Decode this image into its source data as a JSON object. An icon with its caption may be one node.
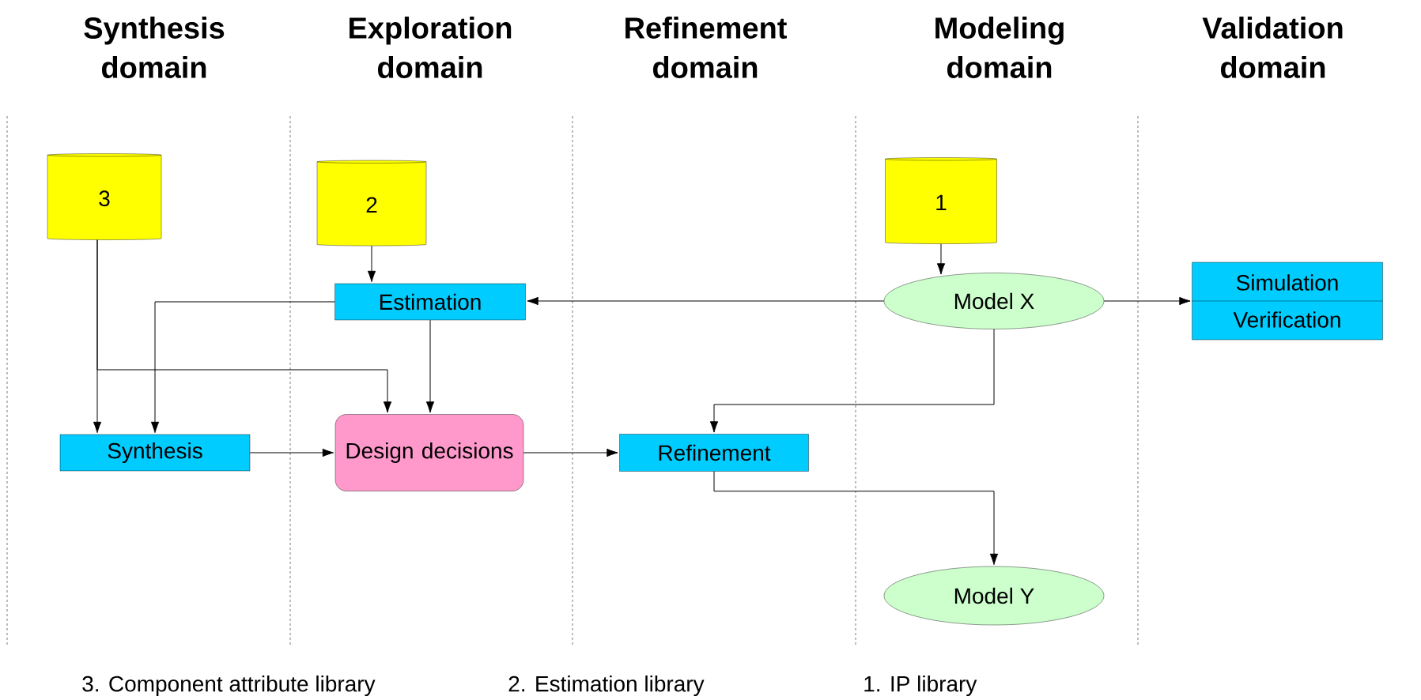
{
  "diagram": {
    "nodes": [
      {
        "text": [
          "3"
        ]
      },
      {
        "text": [
          "2"
        ]
      },
      {
        "text": [
          "1"
        ]
      },
      {
        "text": [
          "Estimation"
        ]
      },
      {
        "text": [
          "Model X"
        ]
      },
      {
        "text": [
          "Simulation",
          "Verification"
        ]
      },
      {
        "text": [
          "Synthesis"
        ]
      },
      {
        "text": [
          "Design decisions"
        ]
      },
      {
        "text": [
          "Refinement"
        ]
      },
      {
        "text": [
          "Model Y"
        ]
      }
    ],
    "edges": [
      {
        "from": 1,
        "to": 3,
        "arrow": "to"
      },
      {
        "from": 2,
        "to": 4,
        "arrow": "to"
      },
      {
        "from": 4,
        "to": 3,
        "arrow": "to"
      },
      {
        "from": 4,
        "to": 5,
        "arrow": "to"
      },
      {
        "from": 3,
        "to": 6,
        "arrow": "to"
      },
      {
        "from": 3,
        "to": 7,
        "arrow": "to"
      },
      {
        "from": 0,
        "to": 6,
        "arrow": "to"
      },
      {
        "from": 0,
        "to": 7,
        "arrow": "to"
      },
      {
        "from": 6,
        "to": 7,
        "arrow": "to"
      },
      {
        "from": 7,
        "to": 8,
        "arrow": "to"
      },
      {
        "from": 4,
        "to": 8,
        "arrow": "to"
      },
      {
        "from": 8,
        "to": 9,
        "arrow": "to"
      }
    ],
    "labels": [
      "Synthesis domain",
      "Exploration domain",
      "Refinement domain",
      "Modeling domain",
      "Validation domain",
      "3. Component attribute library",
      "2. Estimation library",
      "1. IP library"
    ]
  }
}
